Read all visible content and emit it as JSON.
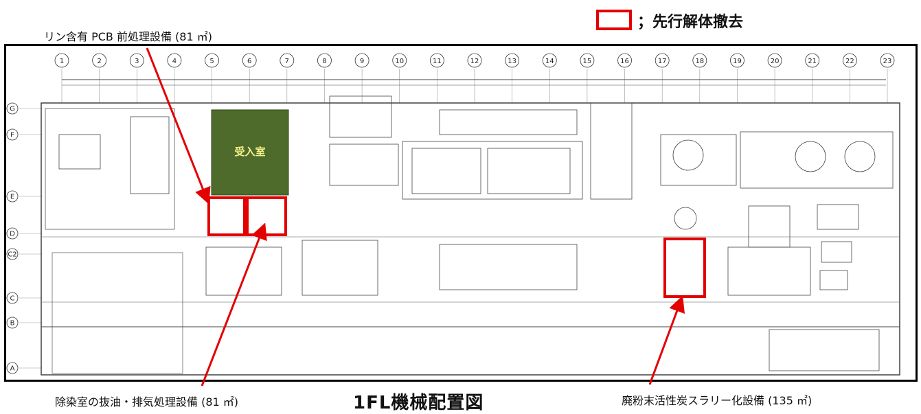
{
  "legend": {
    "text": "；先行解体撤去",
    "box_color": "#e30000"
  },
  "labels": {
    "pretreatment": "リン含有 PCB 前処理設備 (81 ㎡)",
    "decontamination": "除染室の抜油・排気処理設備 (81 ㎡)",
    "slurry": "廃粉末活性炭スラリー化設備 (135 ㎡)",
    "receiving_room": "受入室"
  },
  "title": "1FL機械配置図",
  "grid": {
    "columns": [
      "1",
      "2",
      "3",
      "4",
      "5",
      "6",
      "7",
      "8",
      "9",
      "10",
      "11",
      "12",
      "13",
      "14",
      "15",
      "16",
      "17",
      "18",
      "19",
      "20",
      "21",
      "22",
      "23"
    ],
    "rows": [
      "G",
      "F",
      "E",
      "D",
      "C2",
      "C",
      "B",
      "A"
    ]
  },
  "colors": {
    "highlight": "#e30000",
    "receiving_room": "#4e6b2c",
    "line": "#333333"
  }
}
